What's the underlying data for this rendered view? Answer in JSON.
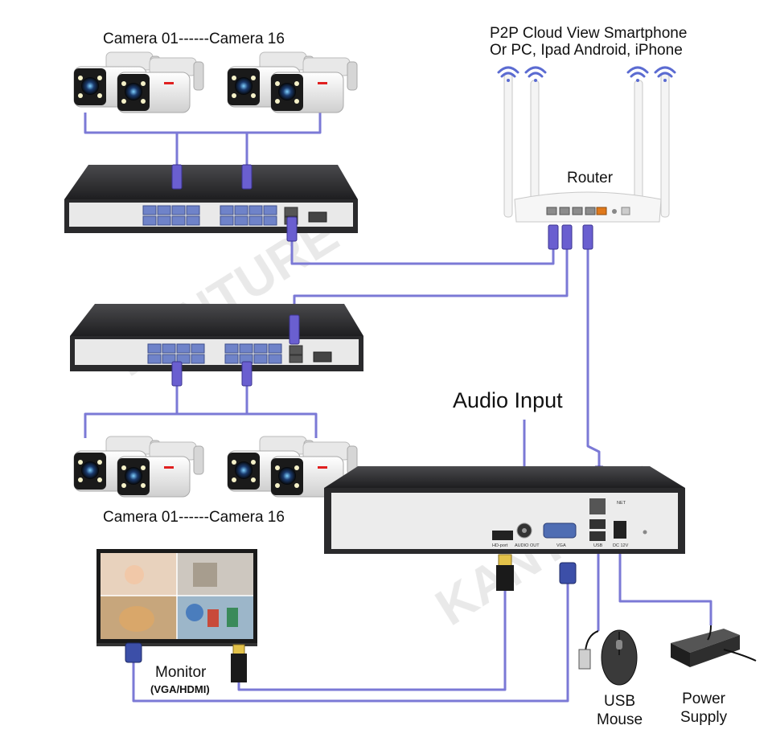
{
  "labels": {
    "camera_range_top": "Camera 01------Camera 16",
    "camera_range_bottom": "Camera 01------Camera 16",
    "p2p_line1": "P2P Cloud View Smartphone",
    "p2p_line2": "Or PC, Ipad Android, iPhone",
    "router": "Router",
    "audio_input": "Audio Input",
    "monitor": "Monitor",
    "monitor_sub": "(VGA/HDMI)",
    "usb_line1": "USB",
    "usb_line2": "Mouse",
    "power_line1": "Power",
    "power_line2": "Supply"
  },
  "panel_labels": {
    "hd_port": "HD-port",
    "audio_out": "AUDIO OUT",
    "vga": "VGA",
    "usb": "USB",
    "dc": "DC 12V",
    "net": "NET"
  },
  "watermark": "KANTURE",
  "colors": {
    "cable": "#7b79d6",
    "connector": "#6a5fd0",
    "device_dark": "#2c2c2e",
    "device_front": "#e9e9e9",
    "port_blue": "#6f83c9"
  }
}
